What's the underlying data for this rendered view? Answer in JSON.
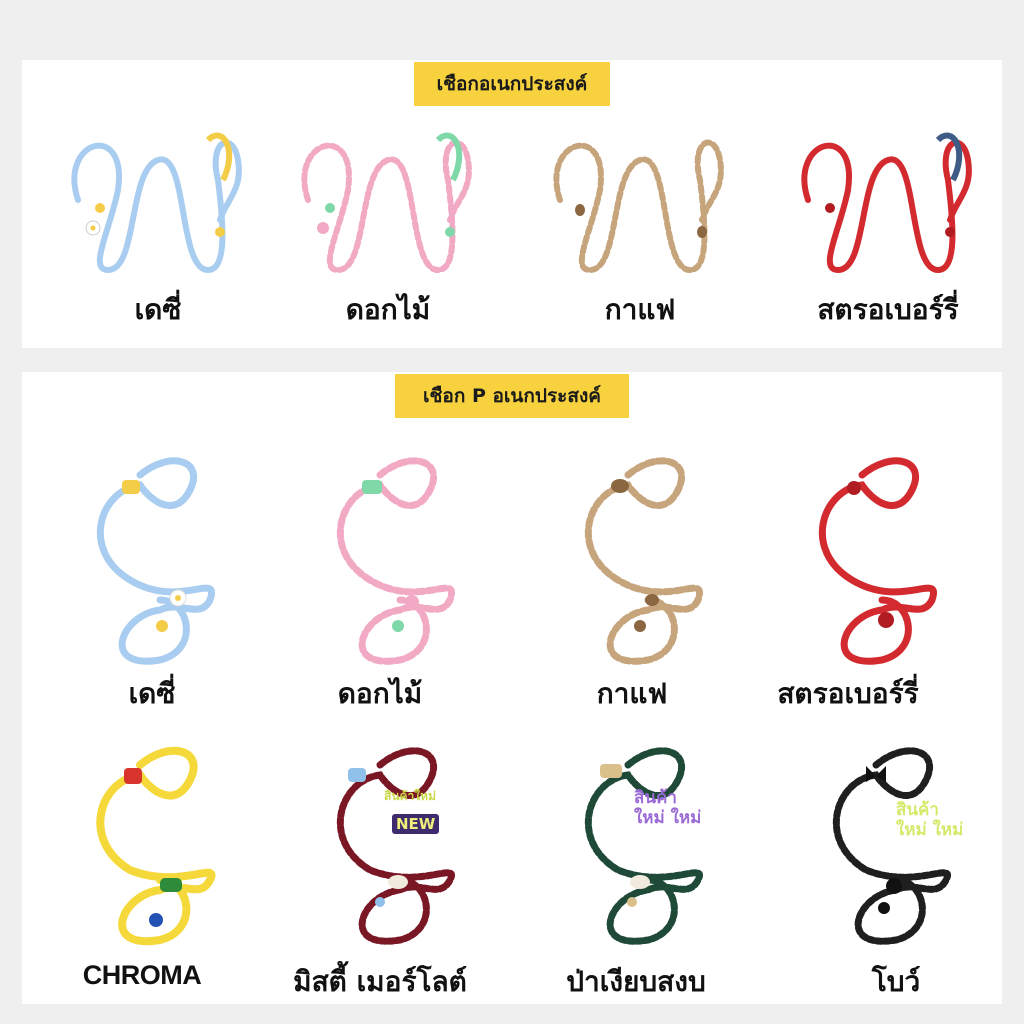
{
  "section1": {
    "title": "เชือกอเนกประสงค์",
    "items": [
      {
        "label": "เดซี่",
        "color": "#a9cdf0",
        "accent": "#f3cd47",
        "charm": "daisy-charm-icon"
      },
      {
        "label": "ดอกไม้",
        "color": "#f2a9c3",
        "accent": "#7fd8a8",
        "charm": "flower-charm-icon"
      },
      {
        "label": "กาแฟ",
        "color": "#c7a57c",
        "accent": "#8a6641",
        "charm": "coffee-bean-charm-icon"
      },
      {
        "label": "สตรอเบอร์รี่",
        "color": "#d32a2f",
        "accent": "#3e5c86",
        "charm": "strawberry-charm-icon"
      }
    ]
  },
  "section2": {
    "title": "เชือก P อเนกประสงค์",
    "row1": [
      {
        "label": "เดซี่",
        "color": "#a9cdf0",
        "accent": "#f3cd47"
      },
      {
        "label": "ดอกไม้",
        "color": "#f2a9c3",
        "accent": "#7fd8a8"
      },
      {
        "label": "กาแฟ",
        "color": "#c7a57c",
        "accent": "#8a6641"
      },
      {
        "label": "สตรอเบอร์รี่",
        "color": "#d32a2f",
        "accent": "#b01c22"
      }
    ],
    "row2": [
      {
        "label": "CHROMA",
        "color": "#f5d93a",
        "accent": "#d8342c",
        "tag": ""
      },
      {
        "label": "มิสตี้ เมอร์โลต์",
        "color": "#7a1724",
        "accent": "#8fc1ea",
        "tag": "สินค้าใหม่",
        "badge": "NEW"
      },
      {
        "label": "ป่าเงียบสงบ",
        "color": "#1f4a37",
        "accent": "#d9c08a",
        "tag": "สินค้าใหม่ ใหม่"
      },
      {
        "label": "โบว์",
        "color": "#1f1f1f",
        "accent": "#2b2b2b",
        "tag": "สินค้าใหม่ ใหม่"
      }
    ]
  }
}
